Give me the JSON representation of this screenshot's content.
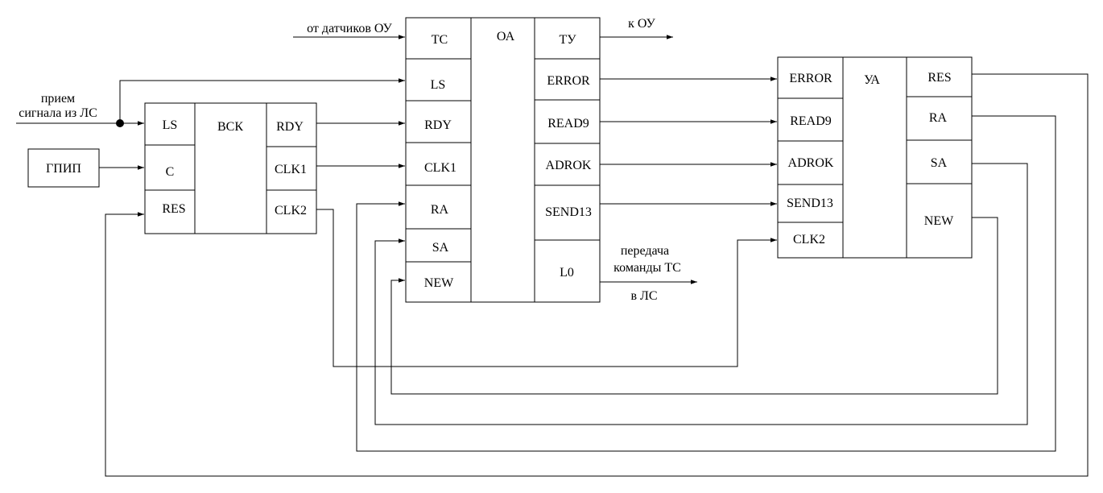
{
  "external": {
    "input_line1": "прием",
    "input_line2": "сигнала из ЛС",
    "sensors": "от датчиков ОУ",
    "to_object": "к ОУ",
    "tx_line1": "передача",
    "tx_line2": "команды ТС",
    "tx_line3": "в ЛС"
  },
  "gpip": {
    "title": "ГПИП"
  },
  "vsk": {
    "title": "ВСК",
    "inputs": [
      "LS",
      "C",
      "RES"
    ],
    "outputs": [
      "RDY",
      "CLK1",
      "CLK2"
    ]
  },
  "oa": {
    "title": "ОА",
    "inputs": [
      "TC",
      "LS",
      "RDY",
      "CLK1",
      "RA",
      "SA",
      "NEW"
    ],
    "outputs": [
      "ТУ",
      "ERROR",
      "READ9",
      "ADROK",
      "SEND13",
      "L0"
    ]
  },
  "ua": {
    "title": "УА",
    "inputs": [
      "ERROR",
      "READ9",
      "ADROK",
      "SEND13",
      "CLK2"
    ],
    "outputs": [
      "RES",
      "RA",
      "SA",
      "NEW"
    ]
  }
}
